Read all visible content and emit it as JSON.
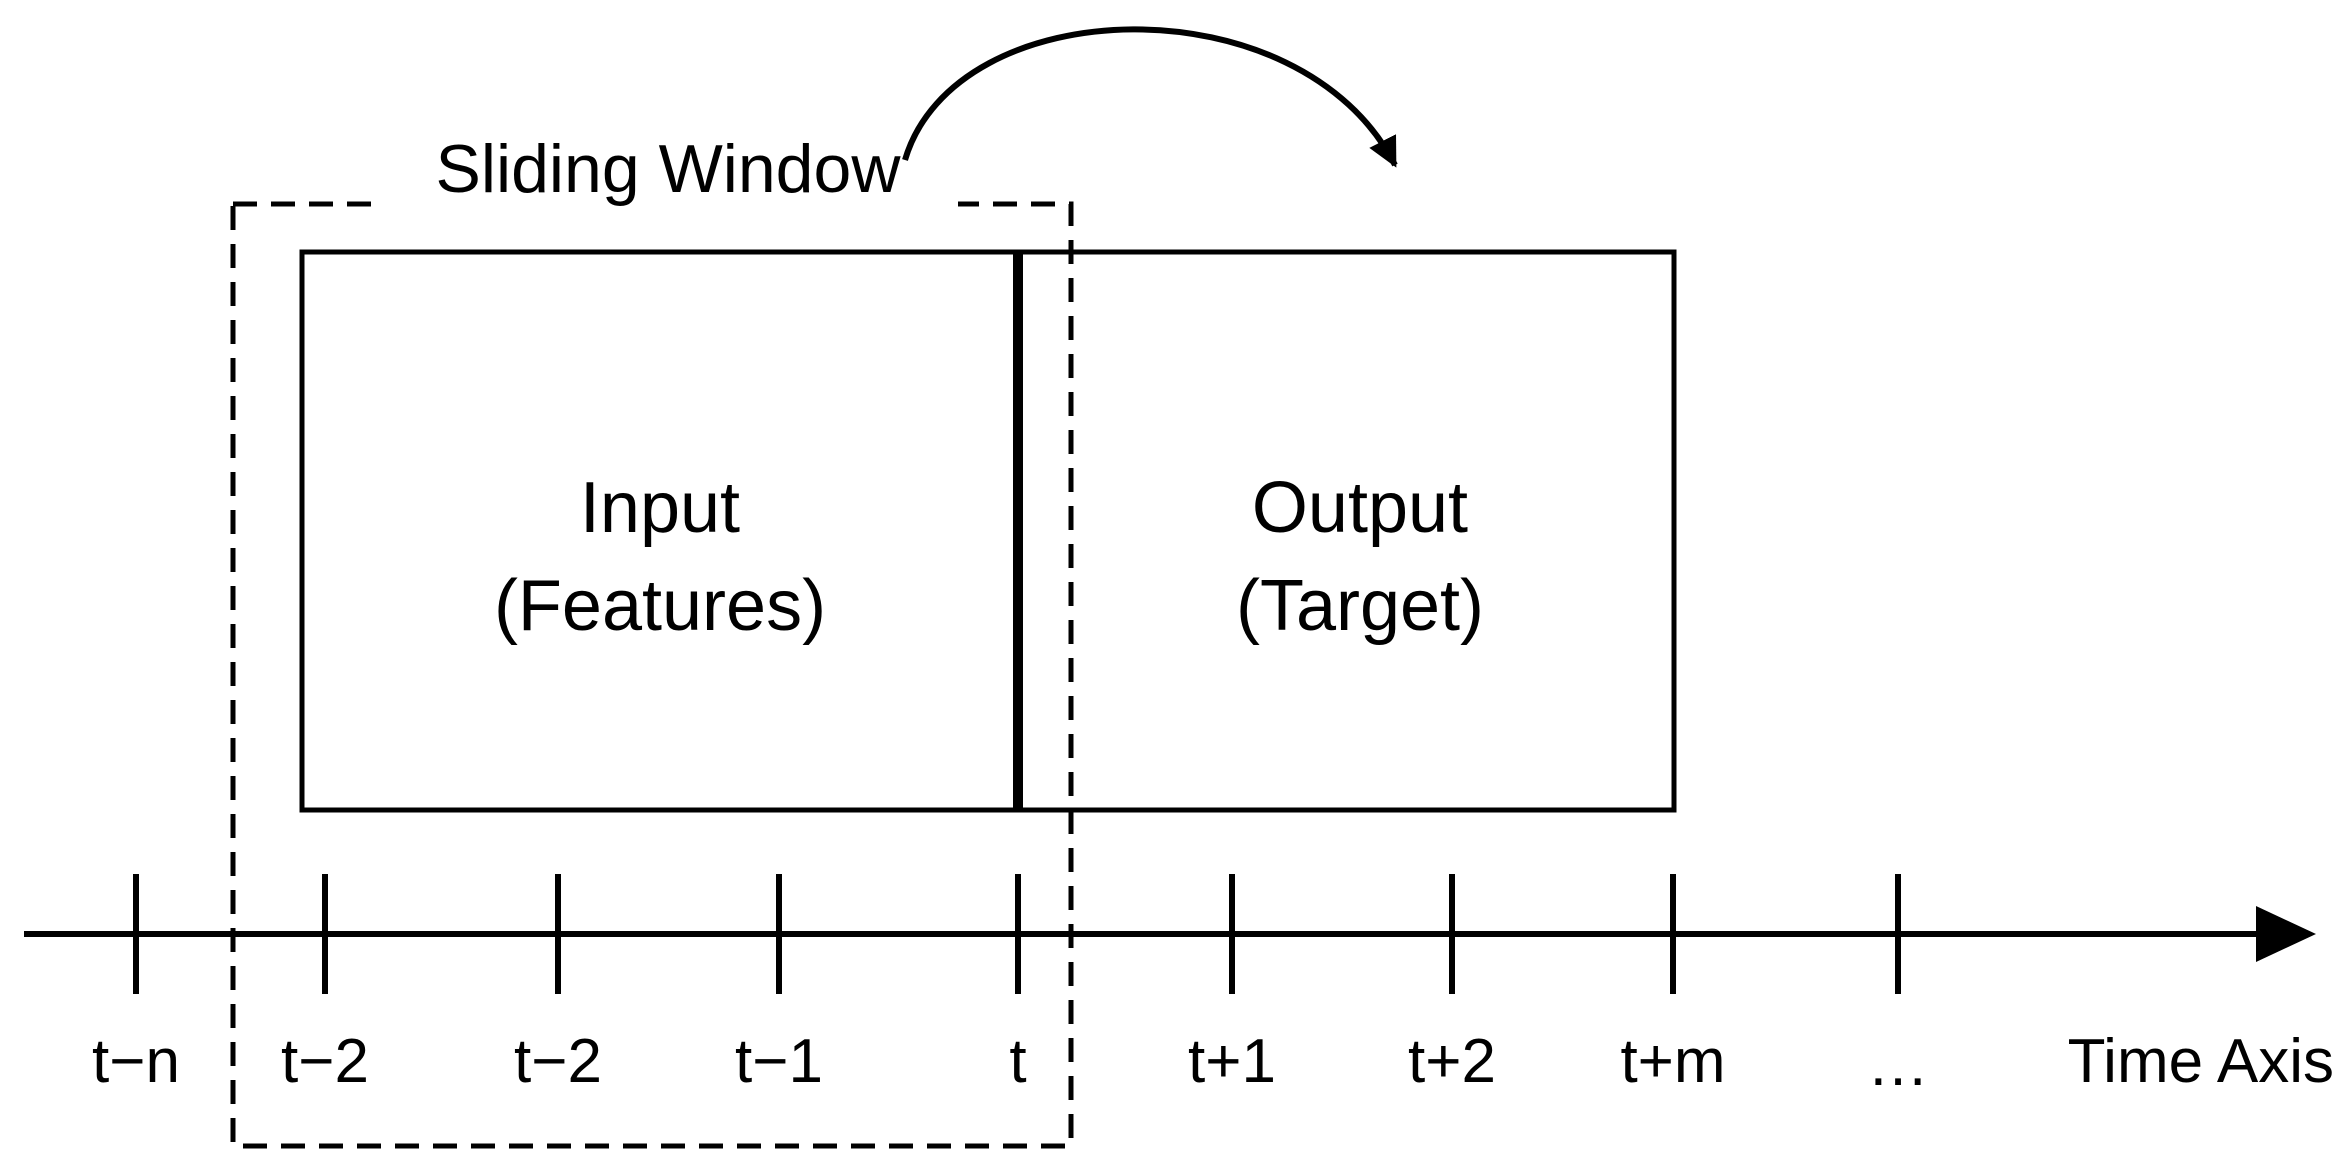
{
  "sliding_window": {
    "label": "Sliding Window"
  },
  "input_box": {
    "line1": "Input",
    "line2": "(Features)"
  },
  "output_box": {
    "line1": "Output",
    "line2": "(Target)"
  },
  "time_axis": {
    "label": "Time Axis",
    "ticks": [
      "t−n",
      "t−2",
      "t−2",
      "t−1",
      "t",
      "t+1",
      "t+2",
      "t+m"
    ],
    "ellipsis": "…"
  },
  "colors": {
    "stroke": "#000000",
    "background": "#ffffff"
  }
}
